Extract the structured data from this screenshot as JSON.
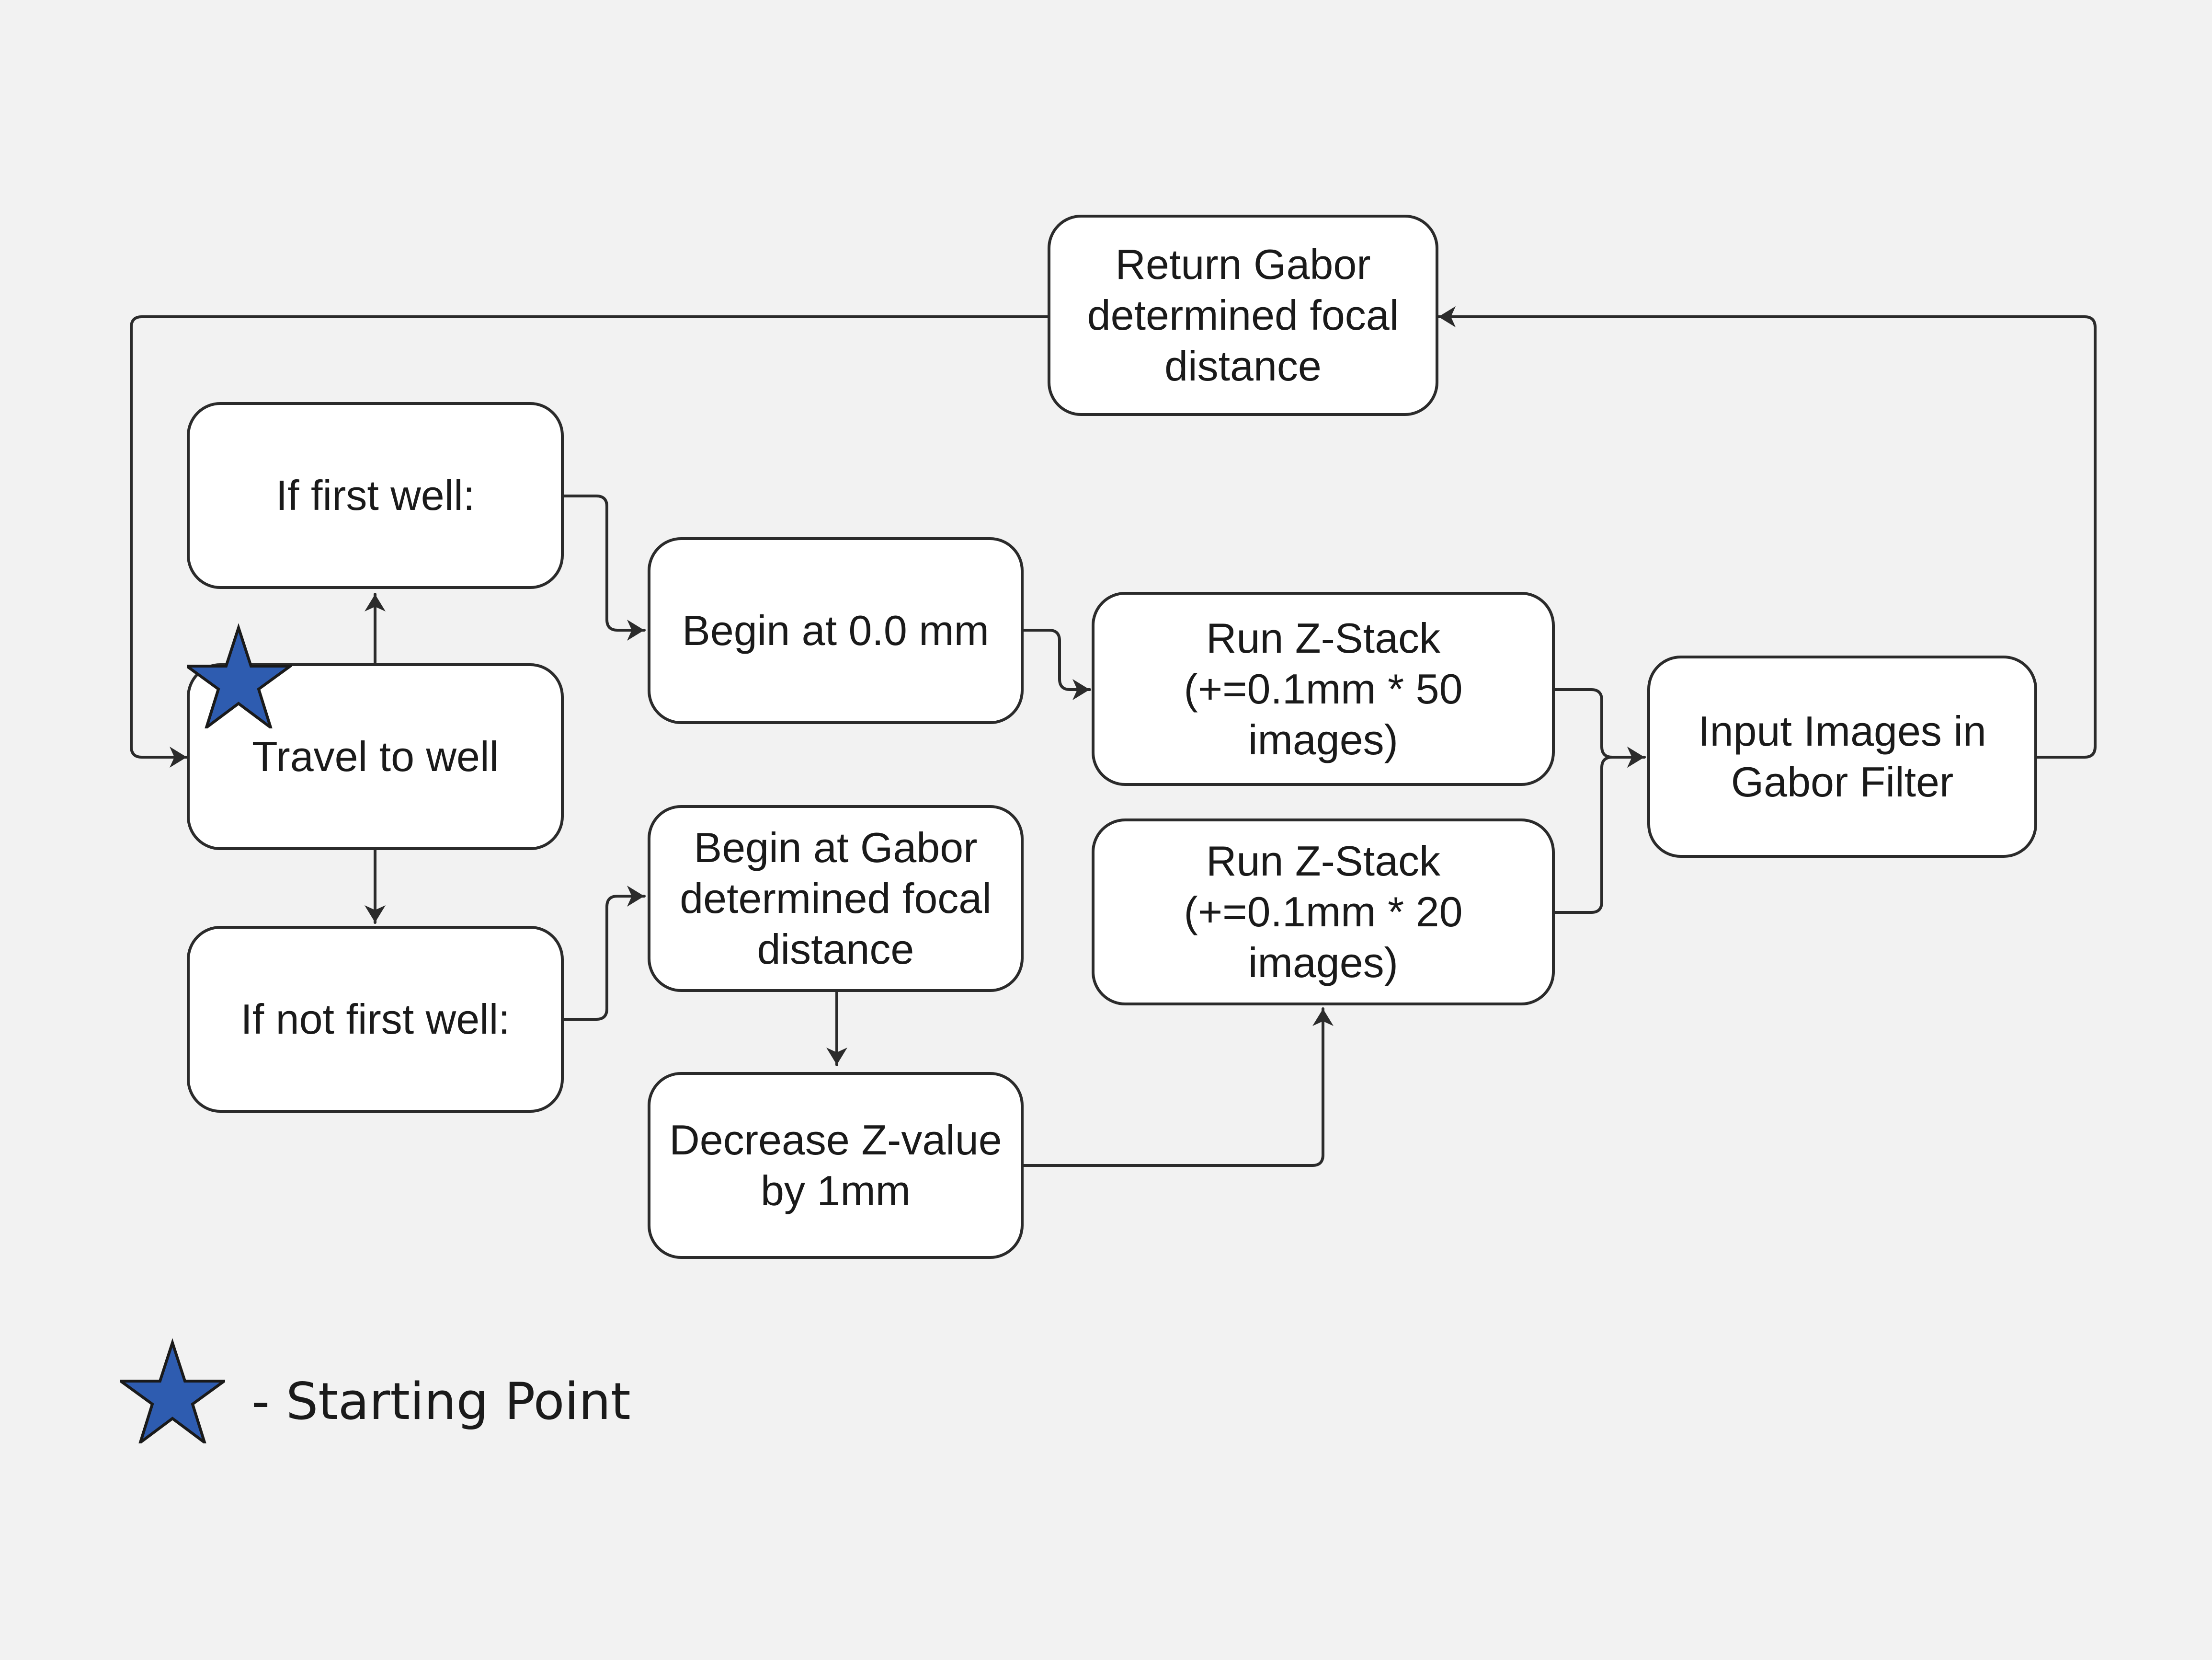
{
  "nodes": {
    "return_gabor": {
      "lines": [
        "Return Gabor",
        "determined focal",
        "distance"
      ]
    },
    "if_first_well": {
      "lines": [
        "If first well:"
      ]
    },
    "begin_zero": {
      "lines": [
        "Begin at 0.0 mm"
      ]
    },
    "run_zstack_50": {
      "lines": [
        "Run Z-Stack",
        "(+=0.1mm * 50",
        "images)"
      ]
    },
    "input_gabor": {
      "lines": [
        "Input Images in",
        "Gabor Filter"
      ]
    },
    "travel_to_well": {
      "lines": [
        "Travel to well"
      ]
    },
    "if_not_first_well": {
      "lines": [
        "If not first well:"
      ]
    },
    "begin_gabor": {
      "lines": [
        "Begin at Gabor",
        "determined focal",
        "distance"
      ]
    },
    "run_zstack_20": {
      "lines": [
        "Run Z-Stack",
        "(+=0.1mm * 20",
        "images)"
      ]
    },
    "decrease_z": {
      "lines": [
        "Decrease Z-value",
        "by 1mm"
      ]
    }
  },
  "legend": {
    "label": "- Starting Point",
    "marker_icon": "star-icon"
  },
  "colors": {
    "background": "#f2f2f2",
    "box_fill": "#ffffff",
    "stroke": "#2b2b2b",
    "star_fill": "#2e5cb0",
    "star_stroke": "#1a1a1a"
  }
}
